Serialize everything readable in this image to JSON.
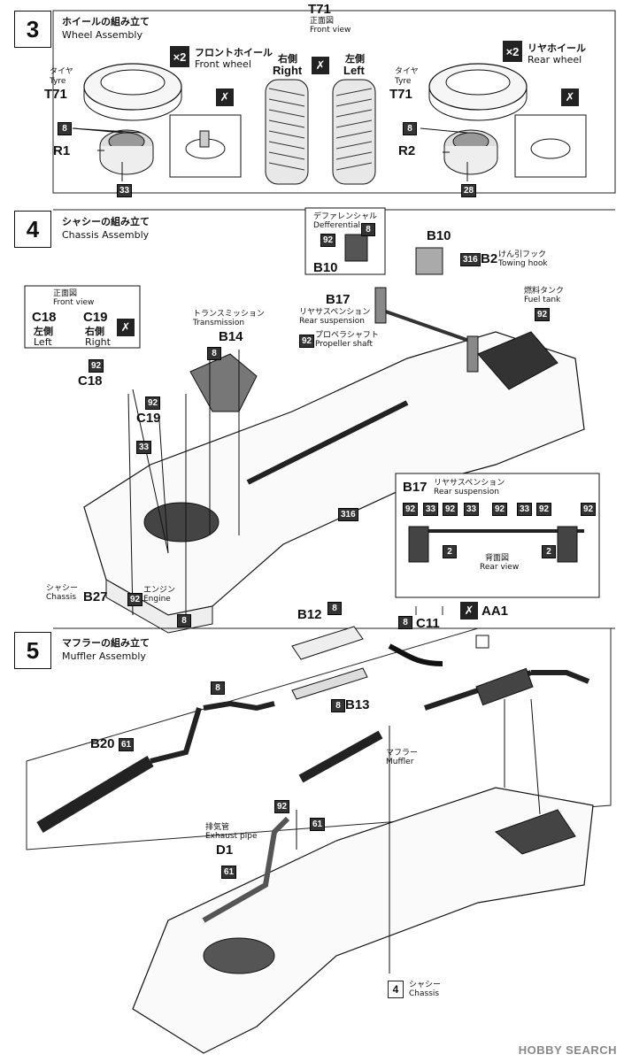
{
  "steps": [
    {
      "number": "3",
      "title_jp": "ホイールの組み立て",
      "title_en": "Wheel Assembly"
    },
    {
      "number": "4",
      "title_jp": "シャシーの組み立て",
      "title_en": "Chassis Assembly"
    },
    {
      "number": "5",
      "title_jp": "マフラーの組み立て",
      "title_en": "Muffler Assembly"
    }
  ],
  "wheel": {
    "front_qty": "×2",
    "front_jp": "フロントホイール",
    "front_en": "Front wheel",
    "rear_qty": "×2",
    "rear_jp": "リヤホイール",
    "rear_en": "Rear wheel",
    "tyre_jp": "タイヤ",
    "tyre_en": "Tyre",
    "tyre_part": "T71",
    "r1": "R1",
    "r2": "R2",
    "n8": "8",
    "n33": "33",
    "n28": "28",
    "t71_center": "T71",
    "front_view_jp": "正面図",
    "front_view_en": "Front view",
    "right_jp": "右側",
    "right_en": "Right",
    "left_jp": "左側",
    "left_en": "Left"
  },
  "chassis": {
    "diff_jp": "デファレンシャル",
    "diff_en": "Defferential",
    "b10": "B10",
    "n92": "92",
    "n8": "8",
    "b10_top": "B10",
    "b2": "B2",
    "n316": "316",
    "tow_jp": "けん引フック",
    "tow_en": "Towing hook",
    "fuel_jp": "燃料タンク",
    "fuel_en": "Fuel tank",
    "b17": "B17",
    "rear_susp_jp": "リヤサスペンション",
    "rear_susp_en": "Rear suspension",
    "prop_jp": "プロペラシャフト",
    "prop_en": "Propeller shaft",
    "trans_jp": "トランスミッション",
    "trans_en": "Transmission",
    "b14": "B14",
    "fv_jp": "正面図",
    "fv_en": "Front view",
    "c18": "C18",
    "c19": "C19",
    "left_jp": "左側",
    "left_en": "Left",
    "right_jp": "右側",
    "right_en": "Right",
    "n33": "33",
    "chassis_jp": "シャシー",
    "chassis_en": "Chassis",
    "b27": "B27",
    "engine_jp": "エンジン",
    "engine_en": "Engine",
    "inset_b17": "B17",
    "inset_jp": "リヤサスペンション",
    "inset_en": "Rear suspension",
    "inset_nums": [
      "92",
      "33",
      "92",
      "33",
      "92",
      "33",
      "92",
      "92"
    ],
    "n2": "2",
    "rear_view_jp": "背面図",
    "rear_view_en": "Rear view"
  },
  "muffler": {
    "b12": "B12",
    "n8": "8",
    "c11": "C11",
    "aa1": "AA1",
    "b13": "B13",
    "b20": "B20",
    "n61": "61",
    "muffler_jp": "マフラー",
    "muffler_en": "Muffler",
    "exhaust_jp": "排気管",
    "exhaust_en": "Exhaust pipe",
    "d1": "D1",
    "n92": "92",
    "chassis_ref": "4",
    "chassis_jp": "シャシー",
    "chassis_en": "Chassis"
  },
  "watermark": "HOBBY SEARCH"
}
